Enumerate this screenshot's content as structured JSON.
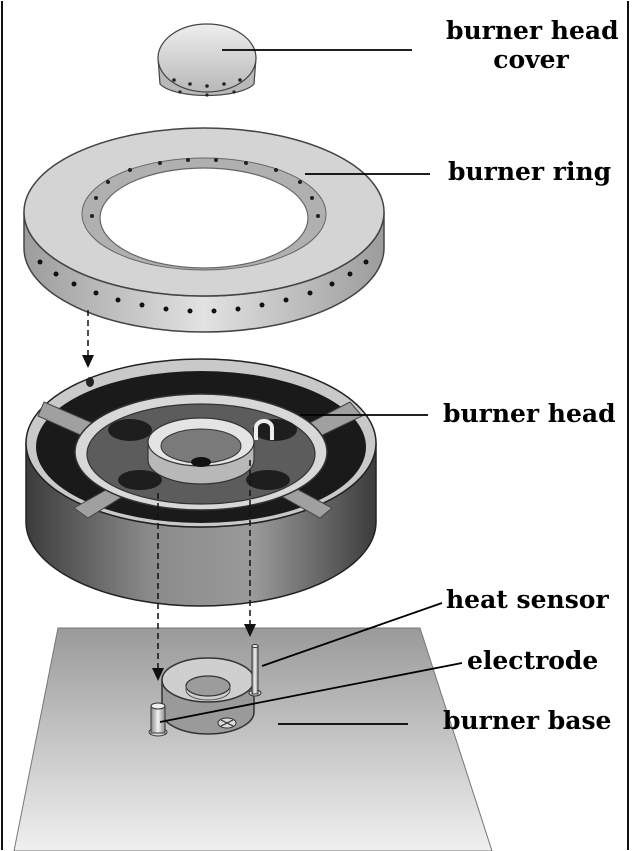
{
  "labels": {
    "burner_head_cover_line1": "burner head",
    "burner_head_cover_line2": "cover",
    "burner_ring": "burner ring",
    "burner_head": "burner head",
    "heat_sensor": "heat sensor",
    "electrode": "electrode",
    "burner_base": "burner base"
  },
  "colors": {
    "metal_light": "#d9d9d9",
    "metal_mid": "#a8a8a8",
    "metal_dark": "#5a5a5a",
    "cavity": "#1a1a1a",
    "base_plate": "#c8c8c8"
  }
}
